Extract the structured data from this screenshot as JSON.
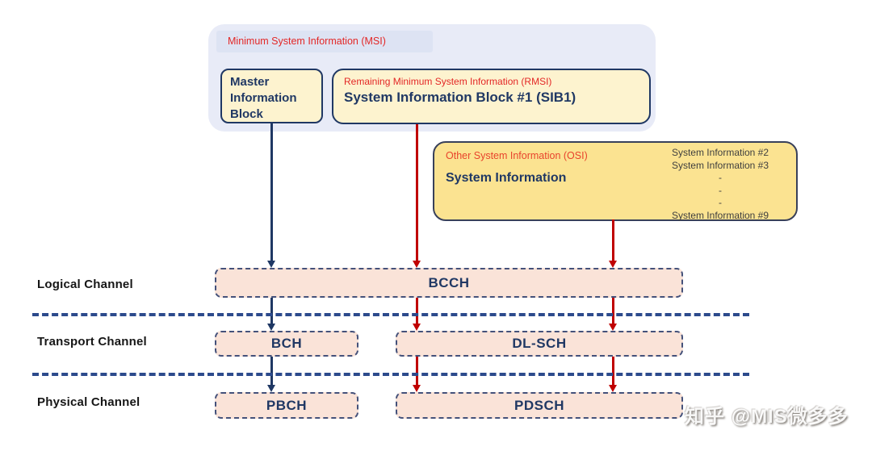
{
  "msi": {
    "label": "Minimum System Information (MSI)",
    "mib": {
      "title": "Master Information Block"
    },
    "sib1": {
      "label": "Remaining Minimum System Information (RMSI)",
      "title": "System Information Block #1 (SIB1)"
    }
  },
  "osi": {
    "label": "Other System Information (OSI)",
    "title": "System Information",
    "items": [
      "System Information #2",
      "System Information #3",
      "-",
      "-",
      "-",
      "System Information #9"
    ]
  },
  "rows": {
    "logical": {
      "label": "Logical Channel",
      "bcch": "BCCH"
    },
    "transport": {
      "label": "Transport Channel",
      "bch": "BCH",
      "dlsch": "DL-SCH"
    },
    "physical": {
      "label": "Physical Channel",
      "pbch": "PBCH",
      "pdsch": "PDSCH"
    }
  },
  "watermark": "知乎 @MIS微多多",
  "colors": {
    "navy": "#203864",
    "arrow_blue": "#1f3864",
    "arrow_red": "#c00000",
    "msi_label_red": "#e32726",
    "osi_label_red": "#e8432c",
    "msi_container_bg": "#e8ebf7",
    "msi_label_bg": "#dde3f3",
    "cream_box_bg": "#fdf3cf",
    "osi_box_bg": "#fbe391",
    "channel_box_bg": "#fae3d8",
    "separator_blue": "#2c4a8c"
  }
}
